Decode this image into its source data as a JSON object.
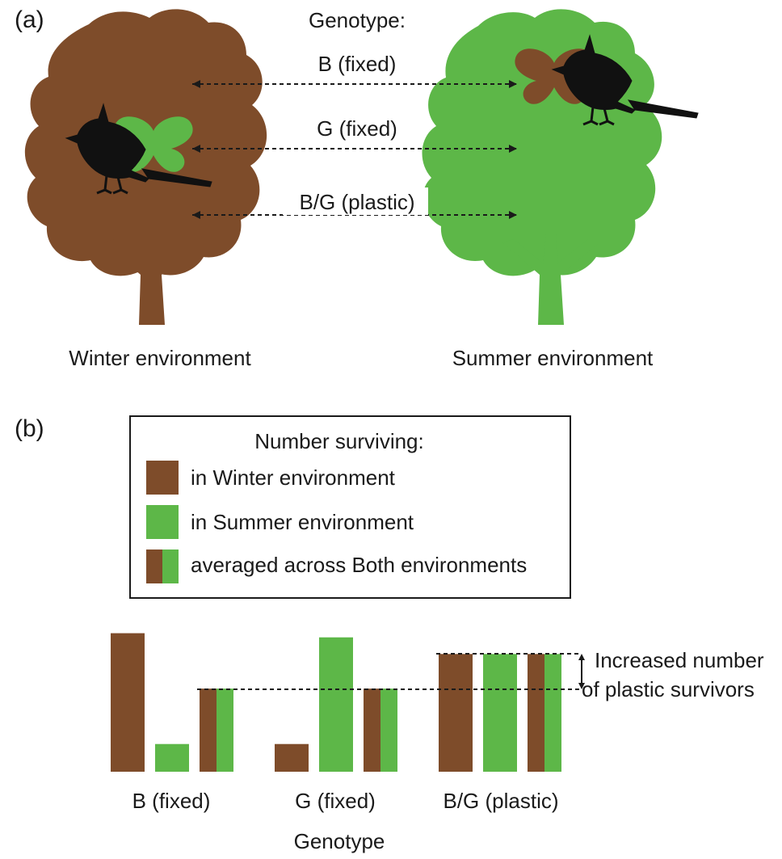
{
  "colors": {
    "brown": "#7e4c2a",
    "green": "#5db748",
    "ink": "#1a1a1a"
  },
  "panel_a": {
    "label": "(a)",
    "genotype_header": "Genotype:",
    "genotypes": [
      "B (fixed)",
      "G (fixed)",
      "B/G (plastic)"
    ],
    "winter_label": "Winter environment",
    "summer_label": "Summer environment",
    "winter_butterfly_fills": [
      "none",
      "green",
      "none"
    ],
    "summer_butterfly_fills": [
      "brown",
      "none",
      "none"
    ],
    "icons": [
      "tree-icon",
      "butterfly-icon",
      "bird-icon"
    ]
  },
  "panel_b": {
    "label": "(b)",
    "legend": {
      "title": "Number surviving:",
      "items": [
        {
          "label": "in Winter environment",
          "swatch": "brown"
        },
        {
          "label": "in Summer environment",
          "swatch": "green"
        },
        {
          "label": "averaged across Both environments",
          "swatch": "split"
        }
      ]
    },
    "annotation": [
      "Increased number",
      "of plastic survivors"
    ],
    "xlabel": "Genotype"
  },
  "chart_data": {
    "type": "bar",
    "categories": [
      "B (fixed)",
      "G (fixed)",
      "B/G (plastic)"
    ],
    "series": [
      {
        "name": "in Winter environment",
        "color": "brown",
        "values": [
          1.0,
          0.2,
          0.85
        ]
      },
      {
        "name": "in Summer environment",
        "color": "green",
        "values": [
          0.2,
          0.97,
          0.85
        ]
      },
      {
        "name": "averaged across Both environments",
        "color": "split",
        "values": [
          0.6,
          0.6,
          0.85
        ]
      }
    ],
    "xlabel": "Genotype",
    "ylabel": "",
    "ylim": [
      0,
      1.05
    ],
    "grid": false
  }
}
